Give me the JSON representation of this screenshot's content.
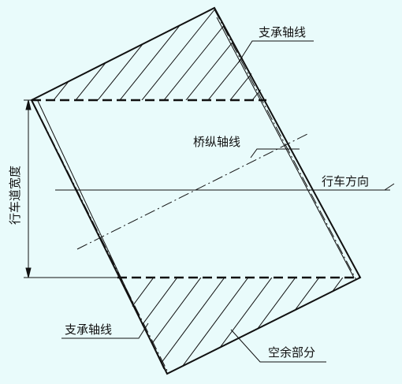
{
  "labels": {
    "bearing_axis_top": "支承轴线",
    "bridge_axis": "桥纵轴线",
    "travel_direction": "行车方向",
    "roadway_width": "行车道宽度",
    "bearing_axis_bottom": "支承轴线",
    "spare_part": "空余部分"
  },
  "colors": {
    "background": "#e9fbfb",
    "line": "#111111"
  }
}
